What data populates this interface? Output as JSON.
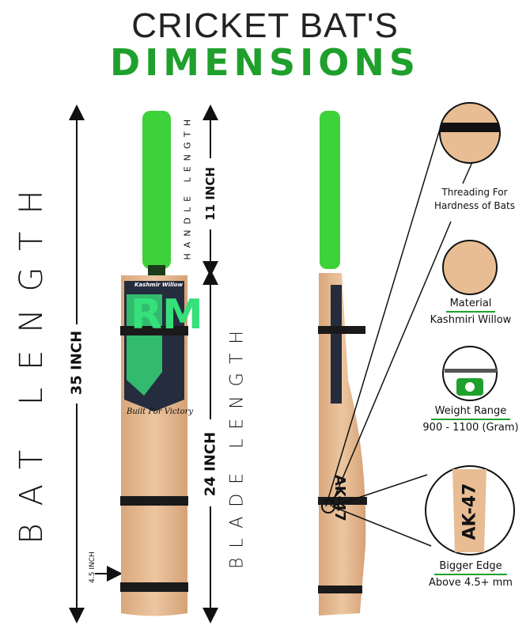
{
  "title": {
    "line1": "CRICKET BAT'S",
    "line2": "DIMENSIONS"
  },
  "dimensions": {
    "bat_length_label": "BAT LENGTH",
    "bat_length_value": "35 INCH",
    "handle_length_label": "HANDLE LENGTH",
    "handle_length_value": "11 INCH",
    "blade_length_label": "BLADE LENGTH",
    "blade_length_value": "24 INCH",
    "toe_width_value": "4.5 INCH"
  },
  "bat": {
    "brand": "RM",
    "sub_brand": "Kashmir Willow",
    "tagline": "Built For Victory",
    "edge_marking": "AK-47"
  },
  "features": [
    {
      "title": "Threading For",
      "subtitle": "Hardness of Bats"
    },
    {
      "title": "Material",
      "subtitle": "Kashmiri Willow"
    },
    {
      "title": "Weight Range",
      "subtitle": "900 - 1100 (Gram)"
    },
    {
      "title": "Bigger Edge",
      "subtitle": "Above 4.5+ mm"
    }
  ],
  "colors": {
    "accent": "#1fa02c",
    "grip": "#3ed23a",
    "wood": "#e2b48c",
    "sticker": "#252c3d"
  }
}
